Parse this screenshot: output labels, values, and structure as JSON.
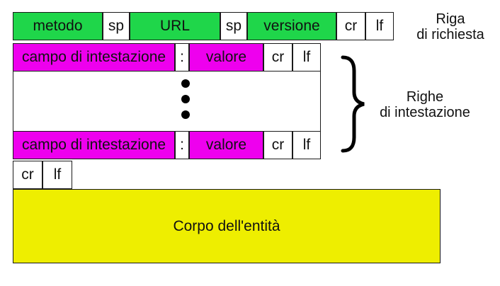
{
  "request_line": {
    "method": "metodo",
    "sp1": "sp",
    "url": "URL",
    "sp2": "sp",
    "version": "versione",
    "cr": "cr",
    "lf": "lf",
    "label_line1": "Riga",
    "label_line2": "di richiesta"
  },
  "header_lines": {
    "first": {
      "field": "campo di intestazione",
      "colon": ":",
      "value": "valore",
      "cr": "cr",
      "lf": "lf"
    },
    "last": {
      "field": "campo di intestazione",
      "colon": ":",
      "value": "valore",
      "cr": "cr",
      "lf": "lf"
    },
    "label_line1": "Righe",
    "label_line2": "di intestazione"
  },
  "blank_line": {
    "cr": "cr",
    "lf": "lf"
  },
  "body": {
    "label": "Corpo dell'entità"
  },
  "colors": {
    "request_line": "#1fd64a",
    "header_line": "#ee00ee",
    "body": "#eeee00"
  }
}
